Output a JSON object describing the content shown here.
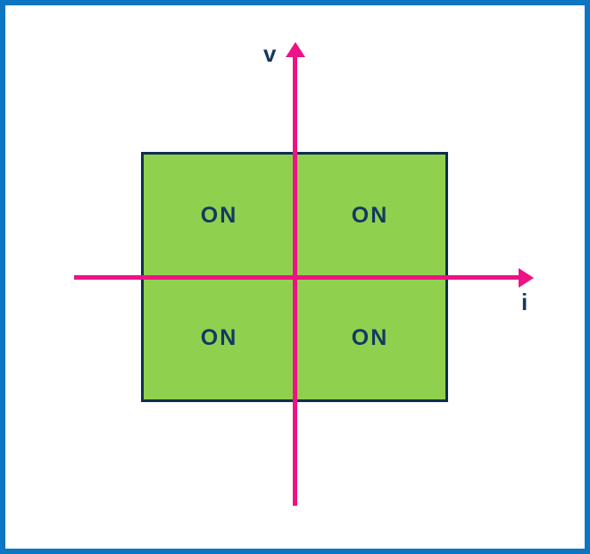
{
  "diagram": {
    "description": "Four-quadrant v-i plane operating region diagram",
    "axes": {
      "vertical_label": "v",
      "horizontal_label": "i",
      "axis_color": "#ED1285",
      "label_color": "#14395F"
    },
    "region": {
      "fill_color": "#8FD14F",
      "border_color": "#0F2E52",
      "quadrants": [
        {
          "position": "top-left",
          "label": "ON"
        },
        {
          "position": "top-right",
          "label": "ON"
        },
        {
          "position": "bottom-left",
          "label": "ON"
        },
        {
          "position": "bottom-right",
          "label": "ON"
        }
      ]
    },
    "frame": {
      "border_color": "#0C76C2",
      "background_color": "#FFFFFF"
    }
  }
}
